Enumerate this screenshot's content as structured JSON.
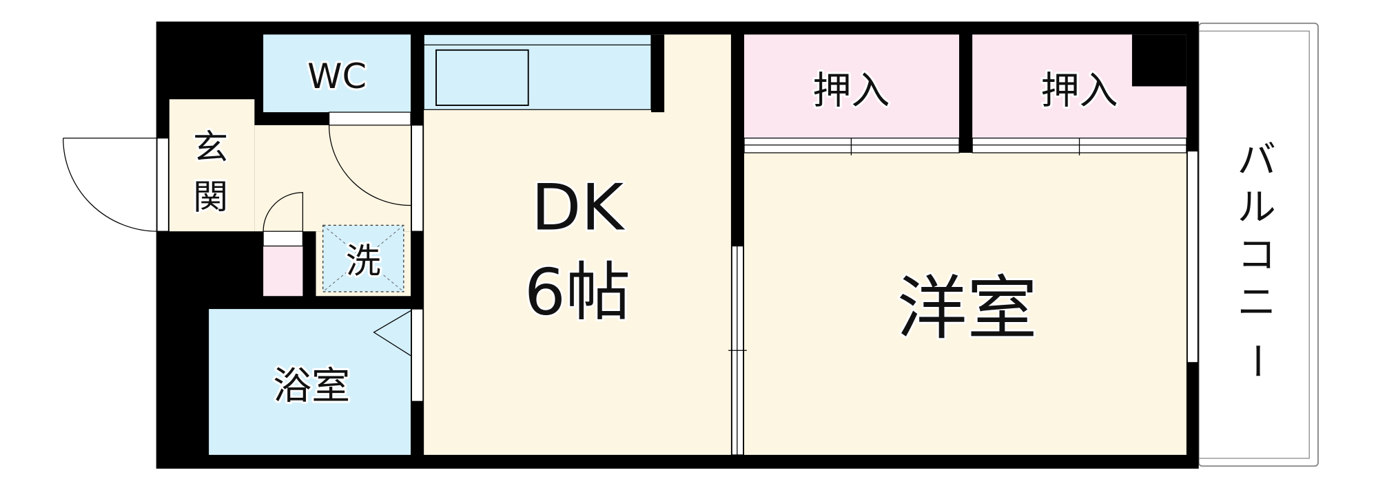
{
  "colors": {
    "wall": "#000000",
    "floor": "#FDF6E3",
    "wet": "#D4F0FB",
    "closet": "#FCE6EF"
  },
  "rooms": {
    "wc": "WC",
    "genkan": [
      "玄",
      "関"
    ],
    "wash": "洗",
    "bath": "浴室",
    "dk": {
      "name": "DK",
      "size": "6帖"
    },
    "oshiire1": "押入",
    "oshiire2": "押入",
    "western": "洋室",
    "balcony": [
      "バ",
      "ル",
      "コ",
      "ニ",
      "ー"
    ]
  }
}
